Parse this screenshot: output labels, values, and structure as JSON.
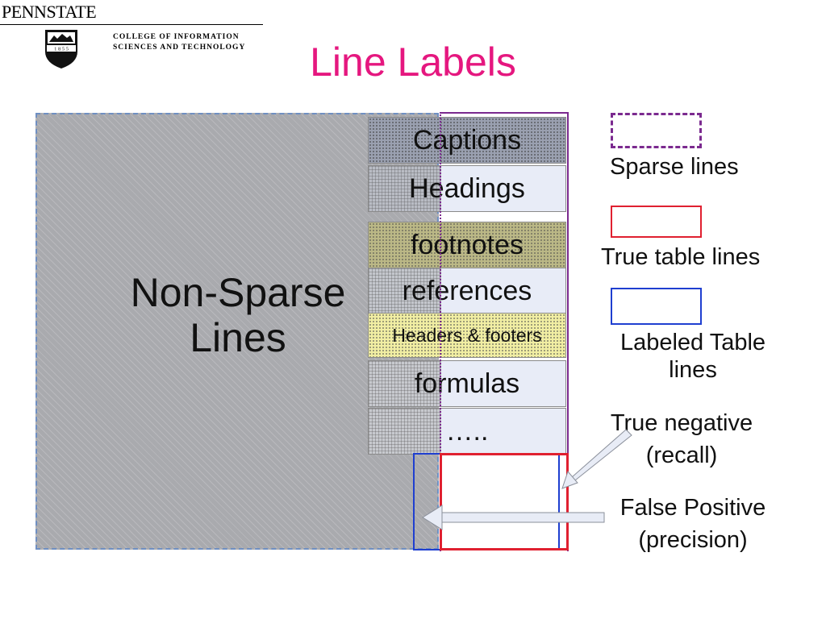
{
  "header": {
    "brand_name": "PENNSTATE",
    "shield_year": "1 8 5 5",
    "college_line1": "COLLEGE OF INFORMATION",
    "college_line2": "SCIENCES AND TECHNOLOGY",
    "title": "Line Labels"
  },
  "diagram": {
    "nonsparse_line1": "Non-Sparse",
    "nonsparse_line2": "Lines",
    "categories": [
      {
        "label": "Captions",
        "pattern": "dots",
        "color": "#9aa0b0"
      },
      {
        "label": "Headings",
        "pattern": "grid",
        "color": "#b9bcc4"
      },
      {
        "label": "footnotes",
        "pattern": "dots",
        "color": "#b7b37a"
      },
      {
        "label": "references",
        "pattern": "grid",
        "color": "#c3c6cc"
      },
      {
        "label": "Headers & footers",
        "pattern": "dots",
        "color": "#f2ef9a"
      },
      {
        "label": "formulas",
        "pattern": "grid",
        "color": "#c7c9ce"
      },
      {
        "label": "…..",
        "pattern": "grid",
        "color": "#c7c9ce"
      }
    ],
    "colors": {
      "nonsparse_fill": "#a9aaae",
      "sparse_border": "#7b2a8f",
      "true_table_border": "#e02030",
      "labeled_table_border": "#1f3fd0",
      "title": "#e5177f"
    }
  },
  "legend": {
    "sparse": "Sparse lines",
    "true_table": "True table lines",
    "labeled_line1": "Labeled Table",
    "labeled_line2": "lines",
    "true_negative_line1": "True negative",
    "true_negative_line2": "(recall)",
    "false_positive_line1": "False Positive",
    "false_positive_line2": "(precision)"
  }
}
